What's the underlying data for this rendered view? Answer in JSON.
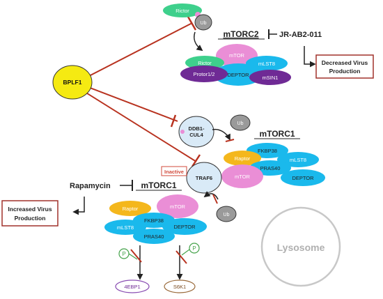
{
  "bplf1": "BPLF1",
  "mtorc2": {
    "title": "mTORC2",
    "inhibitor": "JR-AB2-011",
    "outcome": [
      "Decreased Virus",
      "Production"
    ],
    "rictor_free": "Rictor",
    "ub": "Ub",
    "components": {
      "rictor": "Rictor",
      "mtor": "mTOR",
      "mlst8": "mLST8",
      "protor": "Protor1/2",
      "deptor": "DEPTOR",
      "msin1": "mSIN1"
    }
  },
  "ddb1": [
    "DDB1-",
    "CUL4"
  ],
  "ub_ddb1": "Ub",
  "mtorc1_active": {
    "title": "mTORC1",
    "components": {
      "fkbp38": "FKBP38",
      "raptor": "Raptor",
      "mlst8": "mLST8",
      "pras40": "PRAS40",
      "mtor": "mTOR",
      "deptor": "DEPTOR"
    }
  },
  "traf6": "TRAF6",
  "ub_traf6": "Ub",
  "rapamycin": "Rapamycin",
  "inactive_label": "Inactive",
  "mtorc1_inactive": {
    "title": "mTORC1",
    "outcome": [
      "Increased Virus",
      "Production"
    ],
    "components": {
      "raptor": "Raptor",
      "mtor": "mTOR",
      "fkbp38": "FKBP38",
      "mlst8": "mLST8",
      "deptor": "DEPTOR",
      "pras40": "PRAS40"
    }
  },
  "phospho": "P",
  "targets": {
    "ebp1": "4EBP1",
    "s6k1": "S6K1"
  },
  "lysosome": "Lysosome",
  "colors": {
    "inhibit_red": "#b8321f",
    "yellow": "#f5ea12",
    "green": "#3ed08c",
    "pink": "#ea8ed6",
    "blue": "#1ab9ec",
    "purple": "#6f2a95",
    "orange": "#f4b71c",
    "light_blue": "#d9eaf7",
    "gray": "#9a9a9a",
    "outcome_border": "#a0312a"
  }
}
